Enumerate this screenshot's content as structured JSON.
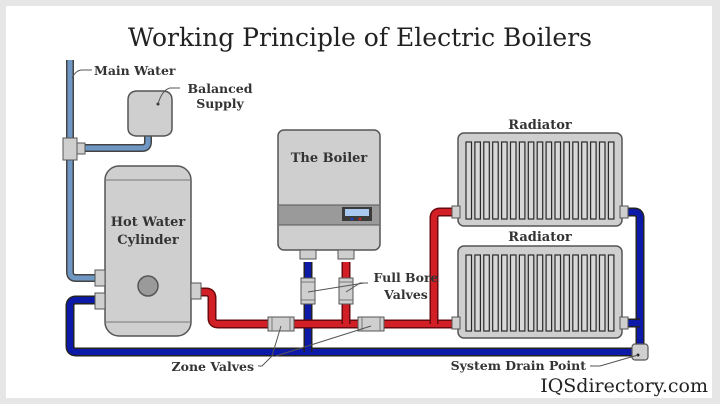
{
  "title": "Working Principle of Electric Boilers",
  "components": {
    "main_water": "Main Water",
    "balanced_supply": [
      "Balanced",
      "Supply"
    ],
    "hot_water_cylinder": [
      "Hot Water",
      "Cylinder"
    ],
    "boiler": "The Boiler",
    "radiator_top": "Radiator",
    "radiator_bottom": "Radiator",
    "full_bore_valves": [
      "Full Bore",
      "Valves"
    ],
    "zone_valves": "Zone Valves",
    "system_drain_point": "System Drain Point"
  },
  "watermark": "IQSdirectory.com",
  "colors": {
    "hot_pipe": "#d21f26",
    "cold_pipe": "#0d1aa8",
    "mains_pipe": "#6f97c4",
    "equipment": "#cfcfcf",
    "outline": "#555555"
  }
}
